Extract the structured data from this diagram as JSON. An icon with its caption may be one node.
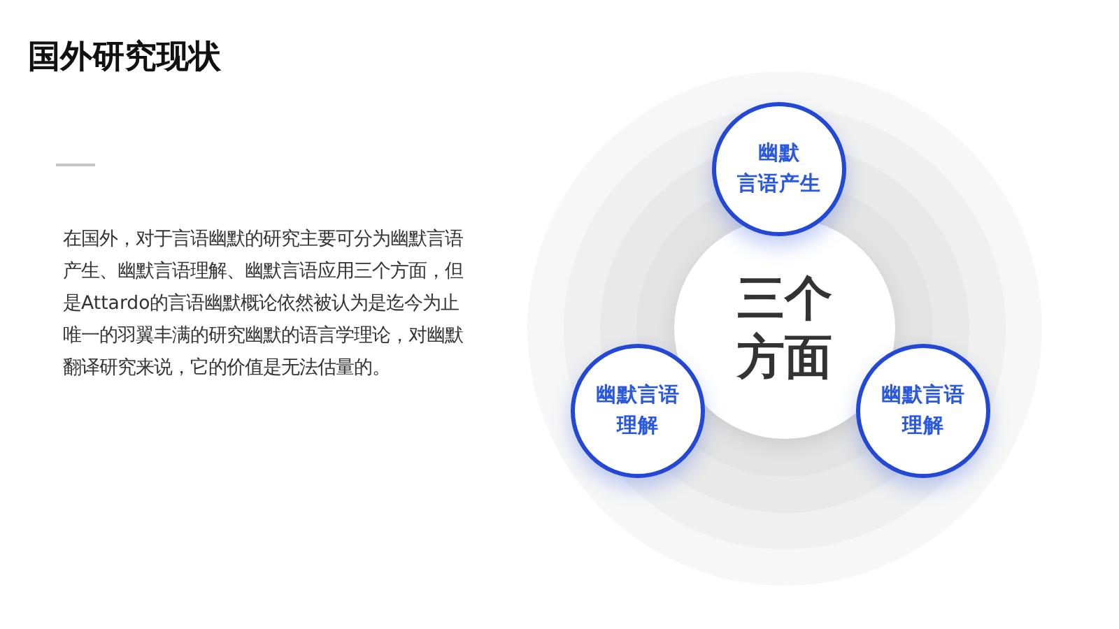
{
  "diagram": {
    "title": "国外研究现状",
    "nodes": [
      {
        "text": [
          "幽默言语产生"
        ]
      },
      {
        "text": [
          "三个方面"
        ]
      },
      {
        "text": [
          "幽默言语理解"
        ]
      },
      {
        "text": [
          "幽默言语理解"
        ]
      }
    ],
    "labels": [
      "在国外，对于言语幽默的研究主要可分为幽默言语产生、幽默言语理解、幽默言语应用三个方面，但是Attardo的言语幽默概论依然被认为是迄今为止唯一的羽翼丰满的研究幽默的语言学理论，对幽默翻译研究来说，它的价值是无法估量的。"
    ]
  }
}
